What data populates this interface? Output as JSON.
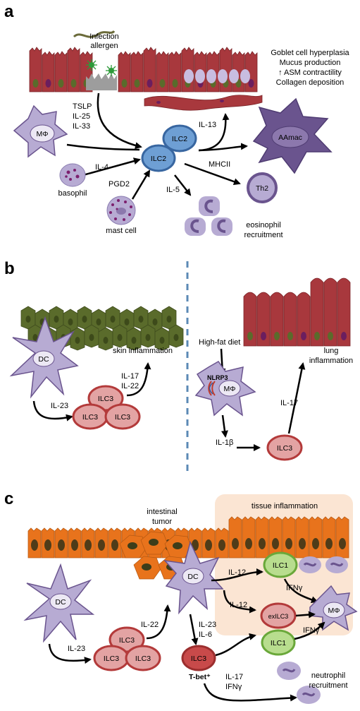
{
  "panels": {
    "a": {
      "letter": "a",
      "infection_line1": "Infection",
      "infection_line2": "allergen",
      "effects": [
        "Goblet cell hyperplasia",
        "Mucus production",
        "↑ ASM contractility",
        "Collagen deposition"
      ],
      "macrophage": "MΦ",
      "cytokines": [
        "TSLP",
        "IL-25",
        "IL-33"
      ],
      "ilc2_top": "ILC2",
      "ilc2_main": "ILC2",
      "il13": "IL-13",
      "aamac": "AAmac",
      "il4": "IL-4",
      "basophil": "basophil",
      "pgd2": "PGD2",
      "mast_cell": "mast cell",
      "mhcii": "MHCII",
      "th2": "Th2",
      "il5": "IL-5",
      "eosinophil_line1": "eosinophil",
      "eosinophil_line2": "recruitment"
    },
    "b": {
      "letter": "b",
      "dc": "DC",
      "il23": "IL-23",
      "il17": "IL-17",
      "il22": "IL-22",
      "ilc3": "ILC3",
      "skin": "skin inflammation",
      "high_fat": "High-fat diet",
      "nlrp3": "NLRP3",
      "macrophage": "MΦ",
      "il1b": "IL-1β",
      "il17_right": "IL-17",
      "lung_line1": "lung",
      "lung_line2": "inflammation"
    },
    "c": {
      "letter": "c",
      "tumor_line1": "intestinal",
      "tumor_line2": "tumor",
      "tissue": "tissue inflammation",
      "dc": "DC",
      "il23": "IL-23",
      "ilc3": "ILC3",
      "il22": "IL-22",
      "il12": "IL-12",
      "ilc1": "ILC1",
      "ifng": "IFNγ",
      "il23_2": "IL-23",
      "il6": "IL-6",
      "exilc3": "exILC3",
      "macrophage": "MΦ",
      "tbet": "T-bet⁺",
      "il17": "IL-17",
      "ifng_bottom": "IFNγ",
      "neutrophil_line1": "neutrophil",
      "neutrophil_line2": "recruitment"
    }
  },
  "colors": {
    "red_epithelium": "#a8383d",
    "green_epithelium": "#5a6b2b",
    "orange_epithelium": "#e8731c",
    "lavender_cell": "#b7abd3",
    "ilc2_blue": "#4c80c0",
    "ilc3_red": "#c84a4a",
    "ilc1_green": "#8dc35a",
    "aamac_purple": "#6a548e",
    "inflammation_bg": "#fbe5d3",
    "divider": "#5b89b5"
  }
}
